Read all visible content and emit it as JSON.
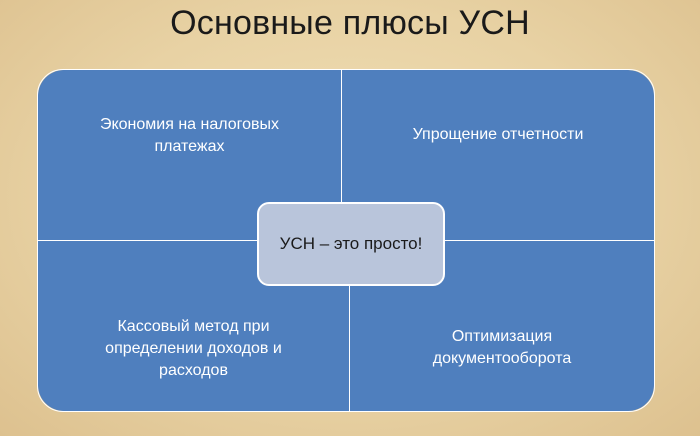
{
  "title": "Основные плюсы УСН",
  "quadrants": {
    "top_left": {
      "lines": [
        "Экономия на налоговых",
        "платежах"
      ]
    },
    "top_right": {
      "lines": [
        "Упрощение отчетности"
      ]
    },
    "bottom_left": {
      "lines": [
        "Кассовый метод при",
        "определении доходов и",
        "расходов"
      ]
    },
    "bottom_right": {
      "lines": [
        "Оптимизация",
        "документооборота"
      ]
    }
  },
  "center": {
    "label": "УСН – это просто!"
  },
  "colors": {
    "background": "#e8d2a4",
    "quadrant_fill": "#4f7fbe",
    "center_fill": "#b9c5db",
    "divider": "#ffffff"
  }
}
